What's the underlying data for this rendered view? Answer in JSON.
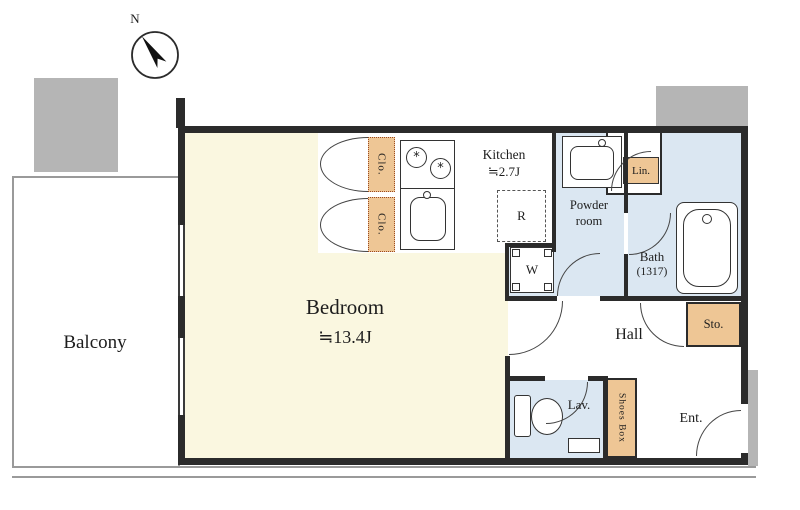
{
  "plan": {
    "compass_label": "N",
    "rooms": {
      "bedroom": {
        "name": "Bedroom",
        "size": "≒13.4J"
      },
      "kitchen": {
        "name": "Kitchen",
        "size": "≒2.7J"
      },
      "powder_room": {
        "name_line1": "Powder",
        "name_line2": "room"
      },
      "bath": {
        "name": "Bath",
        "size": "(1317)"
      },
      "hall": {
        "name": "Hall"
      },
      "lavatory": {
        "name": "Lav."
      },
      "entrance": {
        "name": "Ent."
      },
      "balcony": {
        "name": "Balcony"
      }
    },
    "storage": {
      "closet_top": {
        "label": "Clo."
      },
      "closet_bottom": {
        "label": "Clo."
      },
      "linen": {
        "label": "Lin."
      },
      "storage": {
        "label": "Sto."
      },
      "shoes_box": {
        "label": "Shoes Box"
      }
    },
    "fixtures": {
      "refrigerator": {
        "label": "R"
      },
      "washing_machine": {
        "label": "W"
      }
    },
    "colors": {
      "bedroom_floor": "#faf7e0",
      "wet_area_floor": "#dbe7f2",
      "storage_accent": "#eec695",
      "wall": "#2b2b2b",
      "neighbor_block": "#b5b5b5"
    }
  }
}
